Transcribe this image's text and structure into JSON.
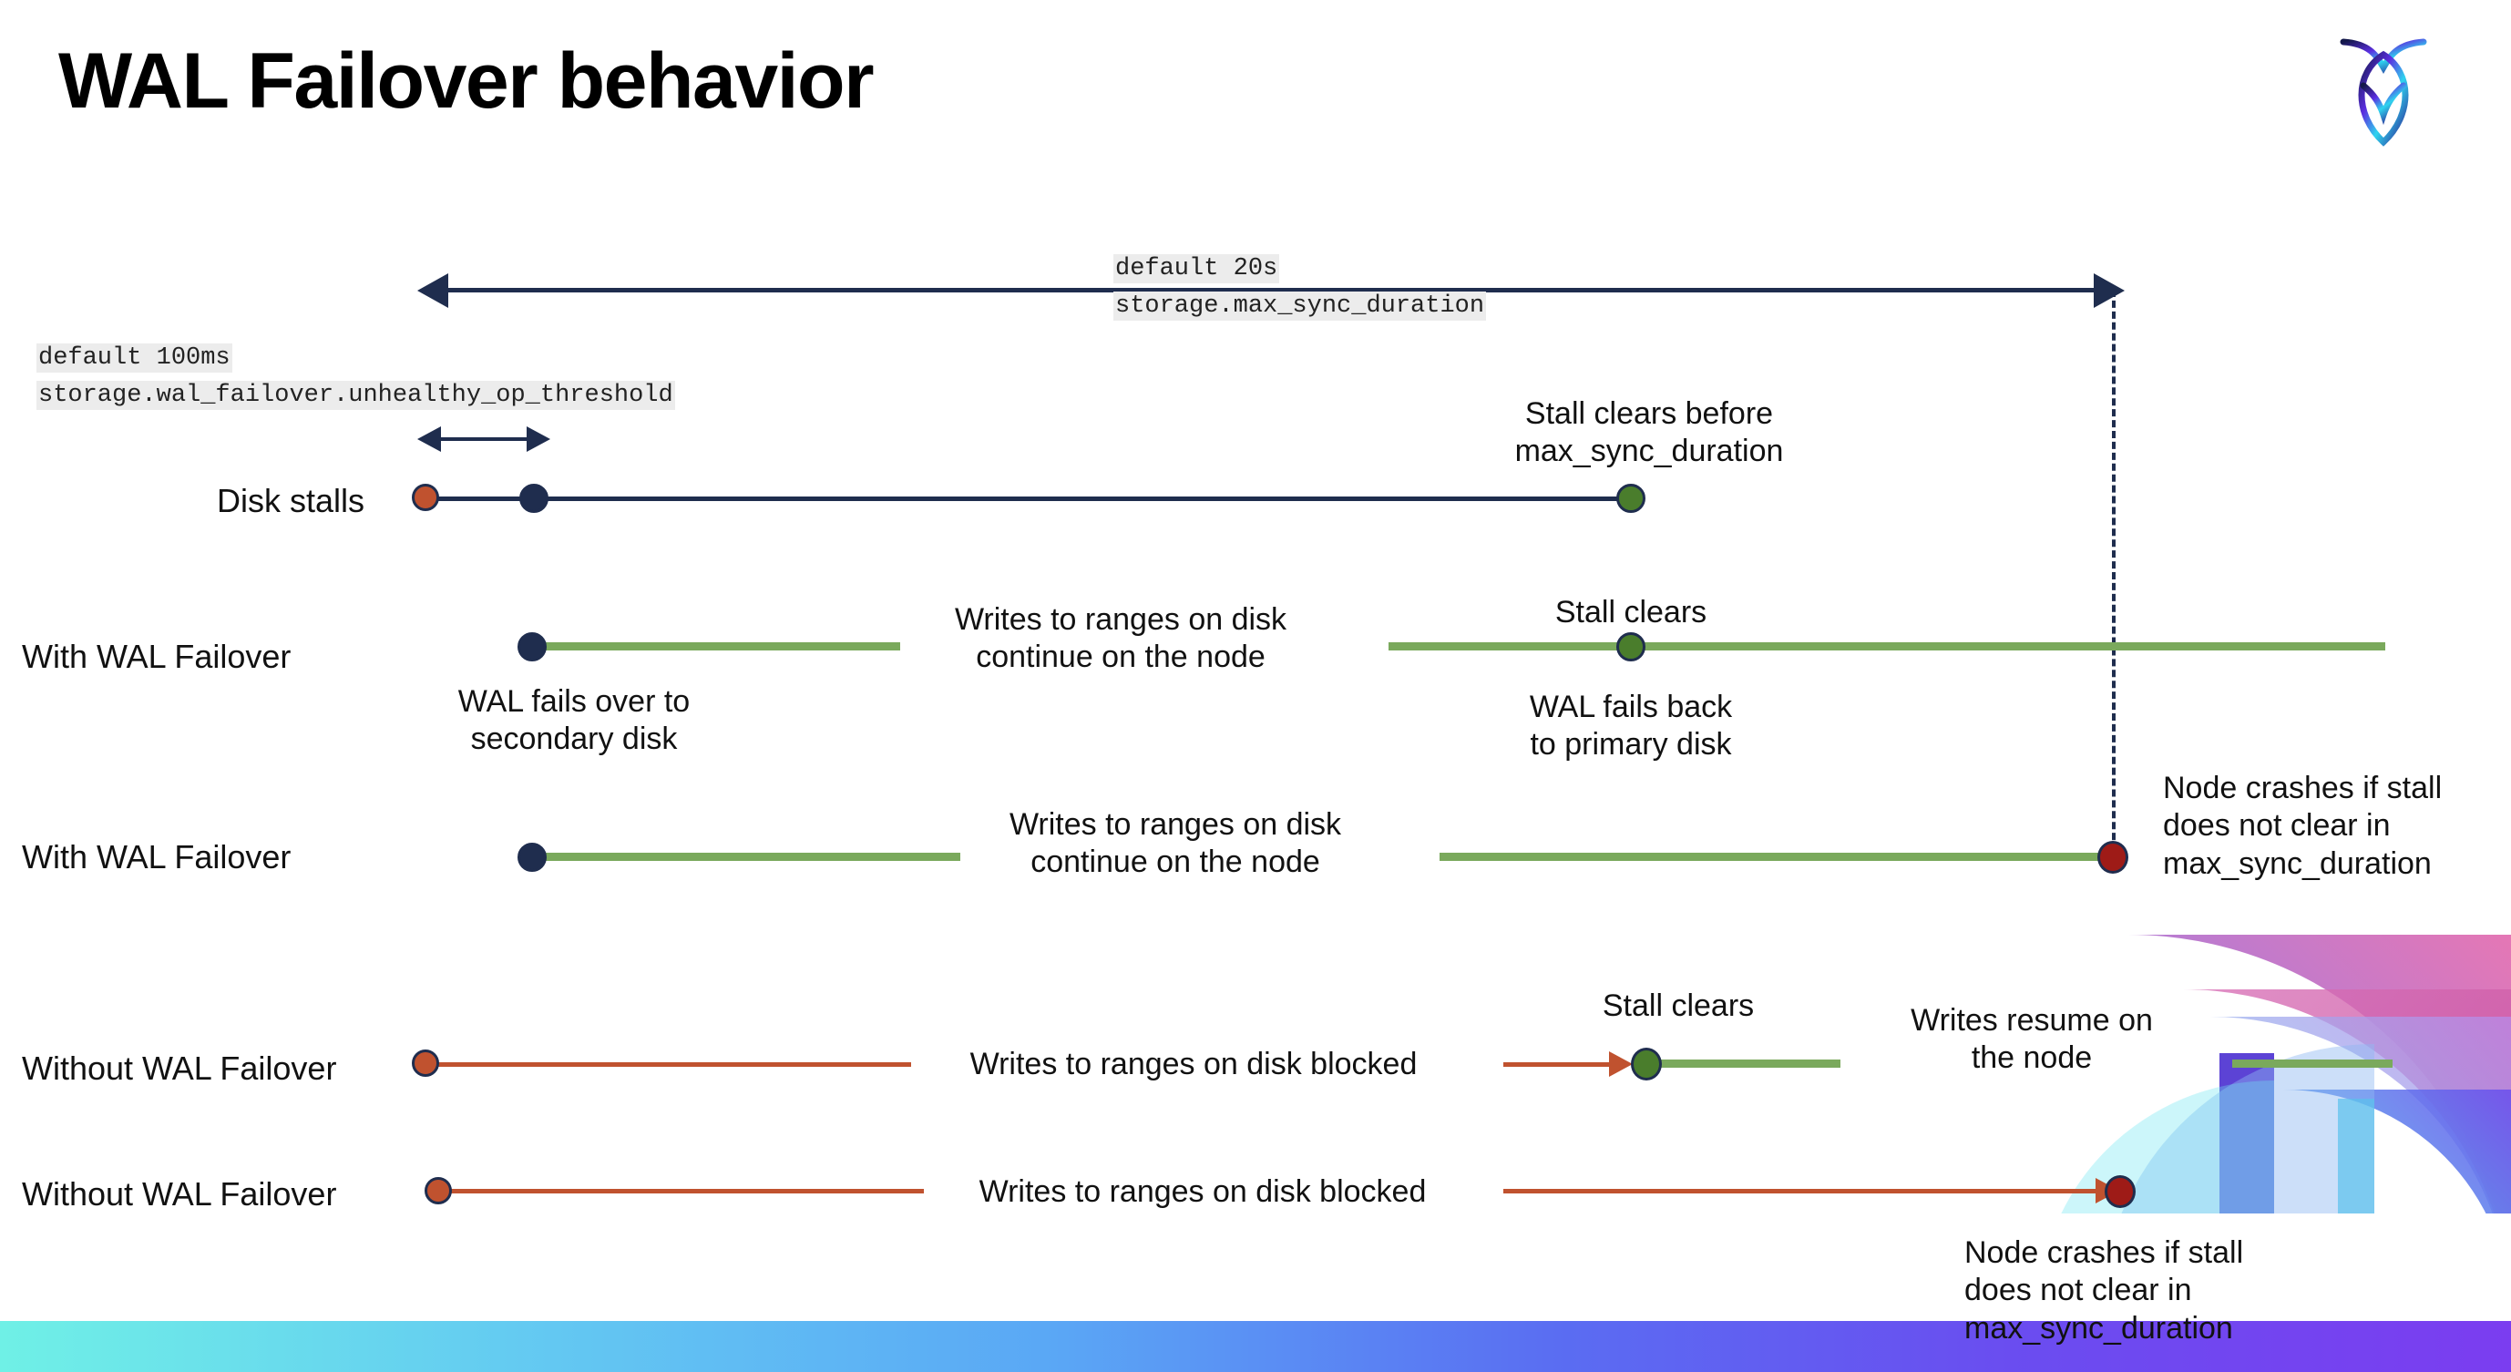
{
  "slide": {
    "title": "WAL Failover behavior",
    "logo_icon": "cockroach-labs-logo-icon"
  },
  "annotations": {
    "max_sync": {
      "default": "default 20s",
      "setting": "storage.max_sync_duration"
    },
    "unhealthy_op": {
      "default": "default 100ms",
      "setting": "storage.wal_failover.unhealthy_op_threshold"
    }
  },
  "rows": [
    {
      "label": "Disk stalls",
      "callouts": [
        "Stall clears before\nmax_sync_duration"
      ]
    },
    {
      "label": "With WAL Failover",
      "callouts": [
        "WAL fails over to\nsecondary disk",
        "Writes to ranges on disk\ncontinue on the node",
        "Stall clears",
        "WAL fails  back\nto primary disk"
      ]
    },
    {
      "label": "With WAL Failover",
      "callouts": [
        "Writes to ranges on disk\ncontinue on the node",
        "Node crashes if stall\ndoes not clear in\nmax_sync_duration"
      ]
    },
    {
      "label": "Without WAL Failover",
      "callouts": [
        "Writes to ranges on disk  blocked",
        "Stall clears",
        "Writes resume on\nthe node"
      ]
    },
    {
      "label": "Without WAL Failover",
      "callouts": [
        "Writes to ranges on disk  blocked",
        "Node crashes if stall\ndoes not clear in\nmax_sync_duration"
      ]
    }
  ],
  "colors": {
    "navy": "#1f2d4e",
    "red_orange": "#c0522f",
    "green_line": "#7aa95c",
    "green_dot": "#4a7d2c",
    "dark_red_dot": "#9e1b17",
    "code_bg": "#ececec"
  }
}
